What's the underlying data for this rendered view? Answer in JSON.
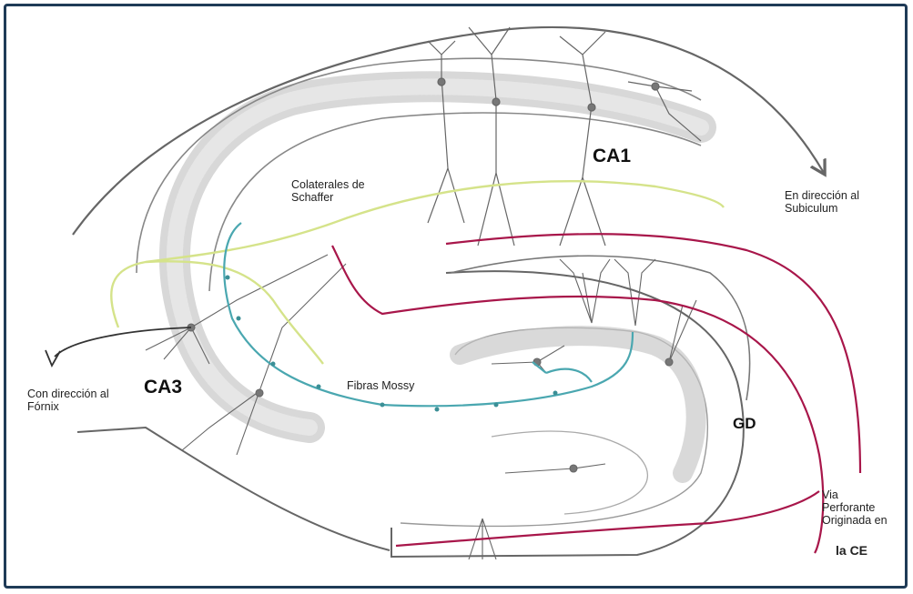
{
  "regions": {
    "ca1": "CA1",
    "ca3": "CA3",
    "gd": "GD"
  },
  "pathways": {
    "schaffer": {
      "line1": "Colaterales de",
      "line2": "Schaffer",
      "color": "#d5e38a"
    },
    "mossy": {
      "label": "Fibras Mossy",
      "color": "#4aa7b0"
    },
    "perforant": {
      "line1": "Via",
      "line2": "Perforante",
      "line3": "Originada en",
      "line4": "la CE",
      "color": "#a8164a"
    }
  },
  "directions": {
    "subiculum": {
      "line1": "En dirección al",
      "line2": "Subiculum"
    },
    "fornix": {
      "line1": "Con dirección al",
      "line2": "Fórnix"
    }
  },
  "colors": {
    "outline": "#555555",
    "cell_layer": "#bdbdbd",
    "frame": "#1f3b57"
  }
}
